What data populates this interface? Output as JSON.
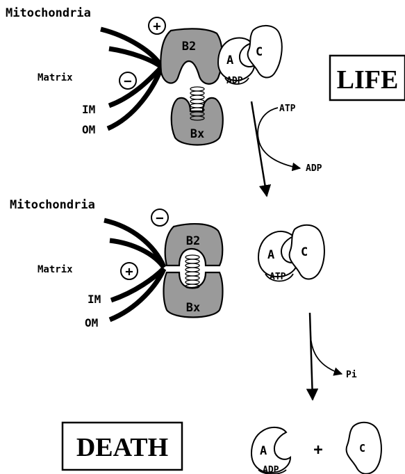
{
  "panel_life": {
    "title": "Mitochondria",
    "matrix": "Matrix",
    "im": "IM",
    "om": "OM",
    "b2": "B2",
    "bx": "Bx",
    "a": "A",
    "c": "C",
    "nucleotide": "ADP",
    "status": "LIFE",
    "charge_outer": "+",
    "charge_inner": "−"
  },
  "transition_1": {
    "in": "ATP",
    "out": "ADP"
  },
  "panel_transition": {
    "title": "Mitochondria",
    "matrix": "Matrix",
    "im": "IM",
    "om": "OM",
    "b2": "B2",
    "bx": "Bx",
    "a": "A",
    "c": "C",
    "nucleotide": "ATP",
    "charge_outer": "−",
    "charge_inner": "+"
  },
  "transition_2": {
    "out": "Pi"
  },
  "panel_death": {
    "status": "DEATH",
    "a": "A",
    "c": "C",
    "nucleotide": "ADP",
    "plus": "+"
  }
}
